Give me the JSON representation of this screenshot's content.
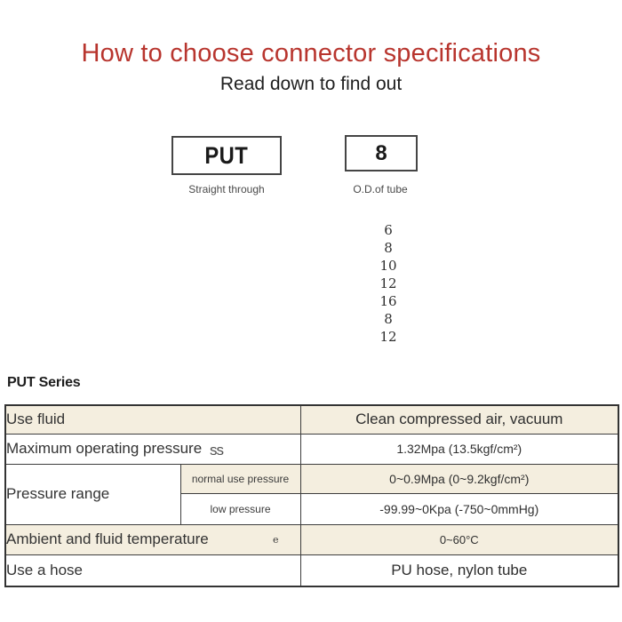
{
  "page": {
    "title": "How to choose connector specifications",
    "subtitle": "Read down to find out"
  },
  "selector": {
    "model_box": {
      "code": "PUT",
      "caption": "Straight through"
    },
    "size_box": {
      "value": "8",
      "caption": "O.D.of tube"
    },
    "size_options": [
      "6",
      "8",
      "10",
      "12",
      "16",
      "8",
      "12"
    ]
  },
  "series": {
    "heading": "PUT Series"
  },
  "spec_table": {
    "rows": [
      {
        "label": "Use fluid",
        "value": "Clean compressed air, vacuum"
      },
      {
        "label": "Maximum operating pressure",
        "label_artifact": "ss",
        "value": "1.32Mpa (13.5kgf/cm²)"
      },
      {
        "label": "Pressure range",
        "sub_label": "normal use pressure",
        "value": "0~0.9Mpa (0~9.2kgf/cm²)"
      },
      {
        "sub_label": "low pressure",
        "value": "-99.99~0Kpa (-750~0mmHg)"
      },
      {
        "label": "Ambient and fluid temperature",
        "label_artifact": "e",
        "value": "0~60°C"
      },
      {
        "label": "Use a hose",
        "value": "PU hose, nylon tube"
      }
    ]
  },
  "colors": {
    "accent_red": "#b8352e",
    "row_beige": "#f4eedf",
    "table_border": "#3e3e3e",
    "text_dark": "#2f2f2f"
  }
}
